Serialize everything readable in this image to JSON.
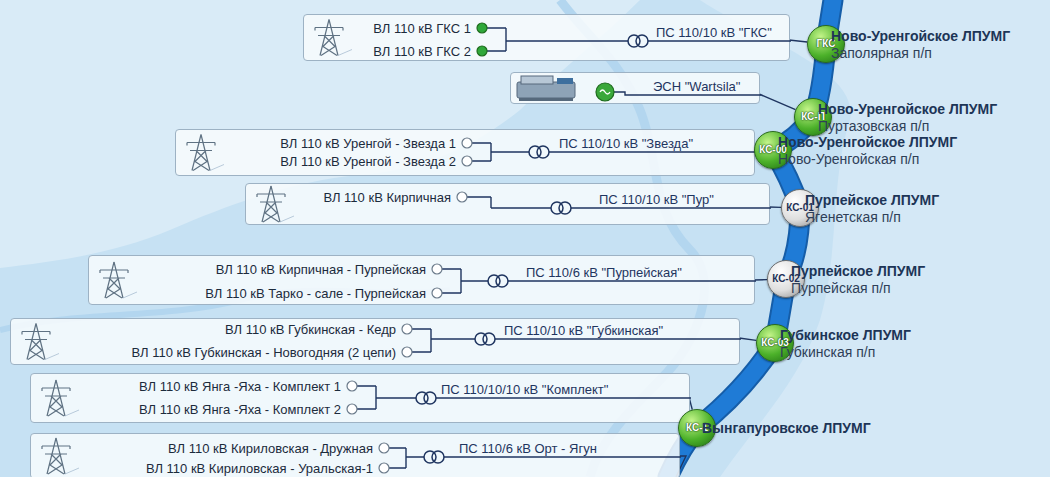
{
  "diagram": {
    "nodes": [
      {
        "text": [
          "ВЛ 110 кВ ГКС 1",
          "ВЛ 110 кВ ГКС 2",
          "ПС 110/10 кВ \"ГКС\""
        ]
      },
      {
        "text": [
          "ГКС",
          "Ново-Уренгойское ЛПУМГ",
          "Заполярная п/п"
        ]
      },
      {
        "text": [
          "ЭСН \"Wartsila\""
        ]
      },
      {
        "text": [
          "КС-П",
          "Ново-Уренгойское ЛПУМГ",
          "Пуртазовская п/п"
        ]
      },
      {
        "text": [
          "ВЛ 110 кВ Уренгой - Звезда 1",
          "ВЛ 110 кВ Уренгой - Звезда 2",
          "ПС 110/10 кВ \"Звезда\""
        ]
      },
      {
        "text": [
          "КС-00",
          "Ново-Уренгойское ЛПУМГ",
          "Ново-Уренгойская п/п"
        ]
      },
      {
        "text": [
          "ВЛ 110 кВ Кирпичная",
          "ПС 110/10 кВ \"Пур\""
        ]
      },
      {
        "text": [
          "КС-01",
          "Пурпейское ЛПУМГ",
          "Ягенетская п/п"
        ]
      },
      {
        "text": [
          "ВЛ 110 кВ Кирпичная - Пурпейская",
          "ВЛ 110 кВ Тарко - сале - Пурпейская",
          "ПС 110/6 кВ \"Пурпейская\""
        ]
      },
      {
        "text": [
          "КС-02",
          "Пурпейское ЛПУМГ",
          "Пурпейская п/п"
        ]
      },
      {
        "text": [
          "ВЛ 110 кВ Губкинская - Кедр",
          "ВЛ 110 кВ Губкинская - Новогодняя (2 цепи)",
          "ПС 110/10 кВ \"Губкинская\""
        ]
      },
      {
        "text": [
          "КС-03",
          "Губкинское ЛПУМГ",
          "Губкинская п/п"
        ]
      },
      {
        "text": [
          "ВЛ 110 кВ Янга -Яха - Комплект 1",
          "ВЛ 110 кВ Янга -Яха - Комплект 2",
          "ПС 110/10/10 кВ \"Комплект\""
        ]
      },
      {
        "text": [
          "КС-1",
          "Вынгапуровское ЛПУМГ"
        ]
      },
      {
        "text": [
          "ВЛ 110 кВ Кириловская - Дружная",
          "ВЛ 110 кВ Кириловская - Уральская-1",
          "ПС 110/6 кВ Орт - Ягун"
        ]
      }
    ],
    "edges": [
      {
        "from": 0,
        "to": 1,
        "arrow": "none"
      },
      {
        "from": 2,
        "to": 3,
        "arrow": "none"
      },
      {
        "from": 4,
        "to": 5,
        "arrow": "none"
      },
      {
        "from": 6,
        "to": 7,
        "arrow": "none"
      },
      {
        "from": 8,
        "to": 9,
        "arrow": "none"
      },
      {
        "from": 10,
        "to": 11,
        "arrow": "none"
      },
      {
        "from": 12,
        "to": 13,
        "arrow": "none"
      }
    ]
  }
}
